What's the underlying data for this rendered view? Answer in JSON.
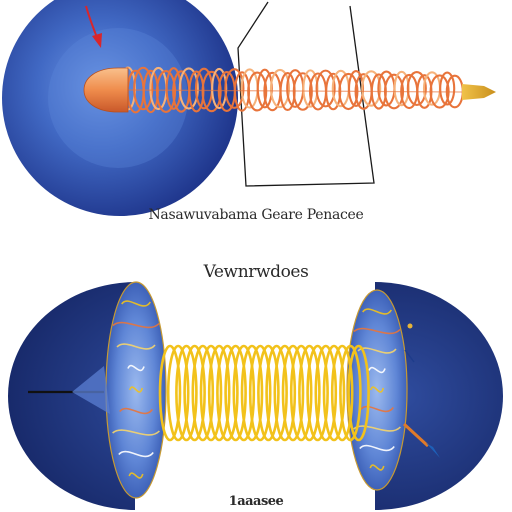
{
  "captions": {
    "top": "Nasawuvabama Geare Penacee",
    "middle": "Vewnrwdoes",
    "bottom": "1aaasee"
  },
  "colors": {
    "sphere_dark": "#20378a",
    "sphere_light": "#4a78d8",
    "top_coil": "#e8743b",
    "top_coil_light": "#f6b27a",
    "tip_gold": "#e6b438",
    "bottom_coil": "#f2c21b",
    "arrow": "#d9262b",
    "outline": "#1a1a1a"
  },
  "icons": {
    "arrow": "red-pointer-arrow",
    "probe": "black-probe-line",
    "brush": "paintbrush-tip"
  }
}
